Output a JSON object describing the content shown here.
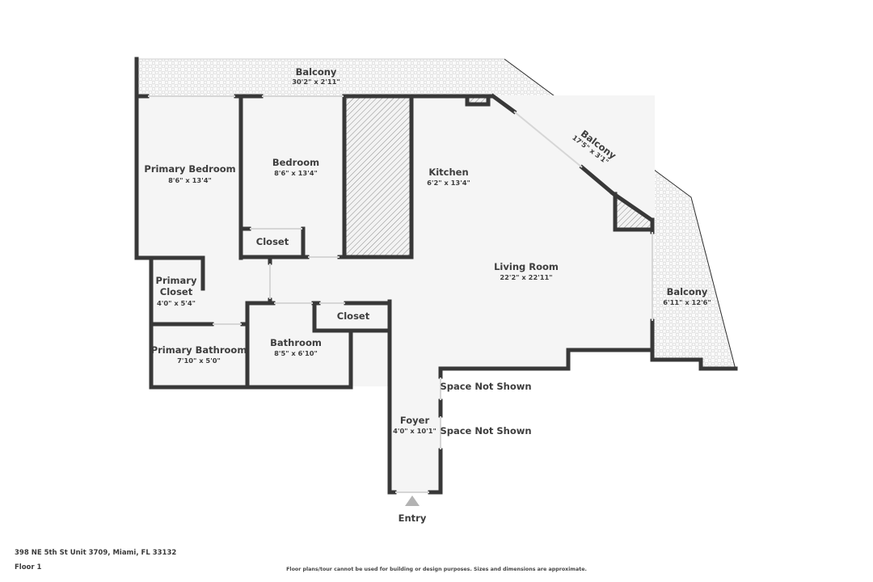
{
  "colors": {
    "wall": "#383838",
    "floor": "#f5f5f5",
    "balcony_tile": "#dedede",
    "hatch": "#7a7a7a",
    "text": "#3d3d3d",
    "entry_arrow": "#b3b3b3"
  },
  "rooms": {
    "balcony_top": {
      "name": "Balcony",
      "dims": "30'2\" x 2'11\""
    },
    "balcony_diagonal": {
      "name": "Balcony",
      "dims": "17'5\" x 3'1\""
    },
    "balcony_right": {
      "name": "Balcony",
      "dims": "6'11\" x 12'6\""
    },
    "primary_bedroom": {
      "name": "Primary Bedroom",
      "dims": "8'6\" x 13'4\""
    },
    "bedroom": {
      "name": "Bedroom",
      "dims": "8'6\" x 13'4\""
    },
    "kitchen": {
      "name": "Kitchen",
      "dims": "6'2\" x 13'4\""
    },
    "living_room": {
      "name": "Living Room",
      "dims": "22'2\" x 22'11\""
    },
    "closet_bedroom": {
      "name": "Closet"
    },
    "primary_closet": {
      "name_line1": "Primary",
      "name_line2": "Closet",
      "dims": "4'0\" x 5'4\""
    },
    "primary_bathroom": {
      "name": "Primary Bathroom",
      "dims": "7'10\" x 5'0\""
    },
    "bathroom": {
      "name": "Bathroom",
      "dims": "8'5\" x 6'10\""
    },
    "closet_hall": {
      "name": "Closet"
    },
    "foyer": {
      "name": "Foyer",
      "dims": "4'0\" x 10'1\""
    },
    "space_not_shown_1": {
      "name": "Space Not Shown"
    },
    "space_not_shown_2": {
      "name": "Space Not Shown"
    }
  },
  "entry": {
    "label": "Entry"
  },
  "footer": {
    "address": "398 NE 5th St Unit 3709, Miami, FL 33132",
    "floor": "Floor 1",
    "disclaimer": "Floor plans/tour cannot be used for building or design purposes. Sizes and dimensions are approximate."
  }
}
